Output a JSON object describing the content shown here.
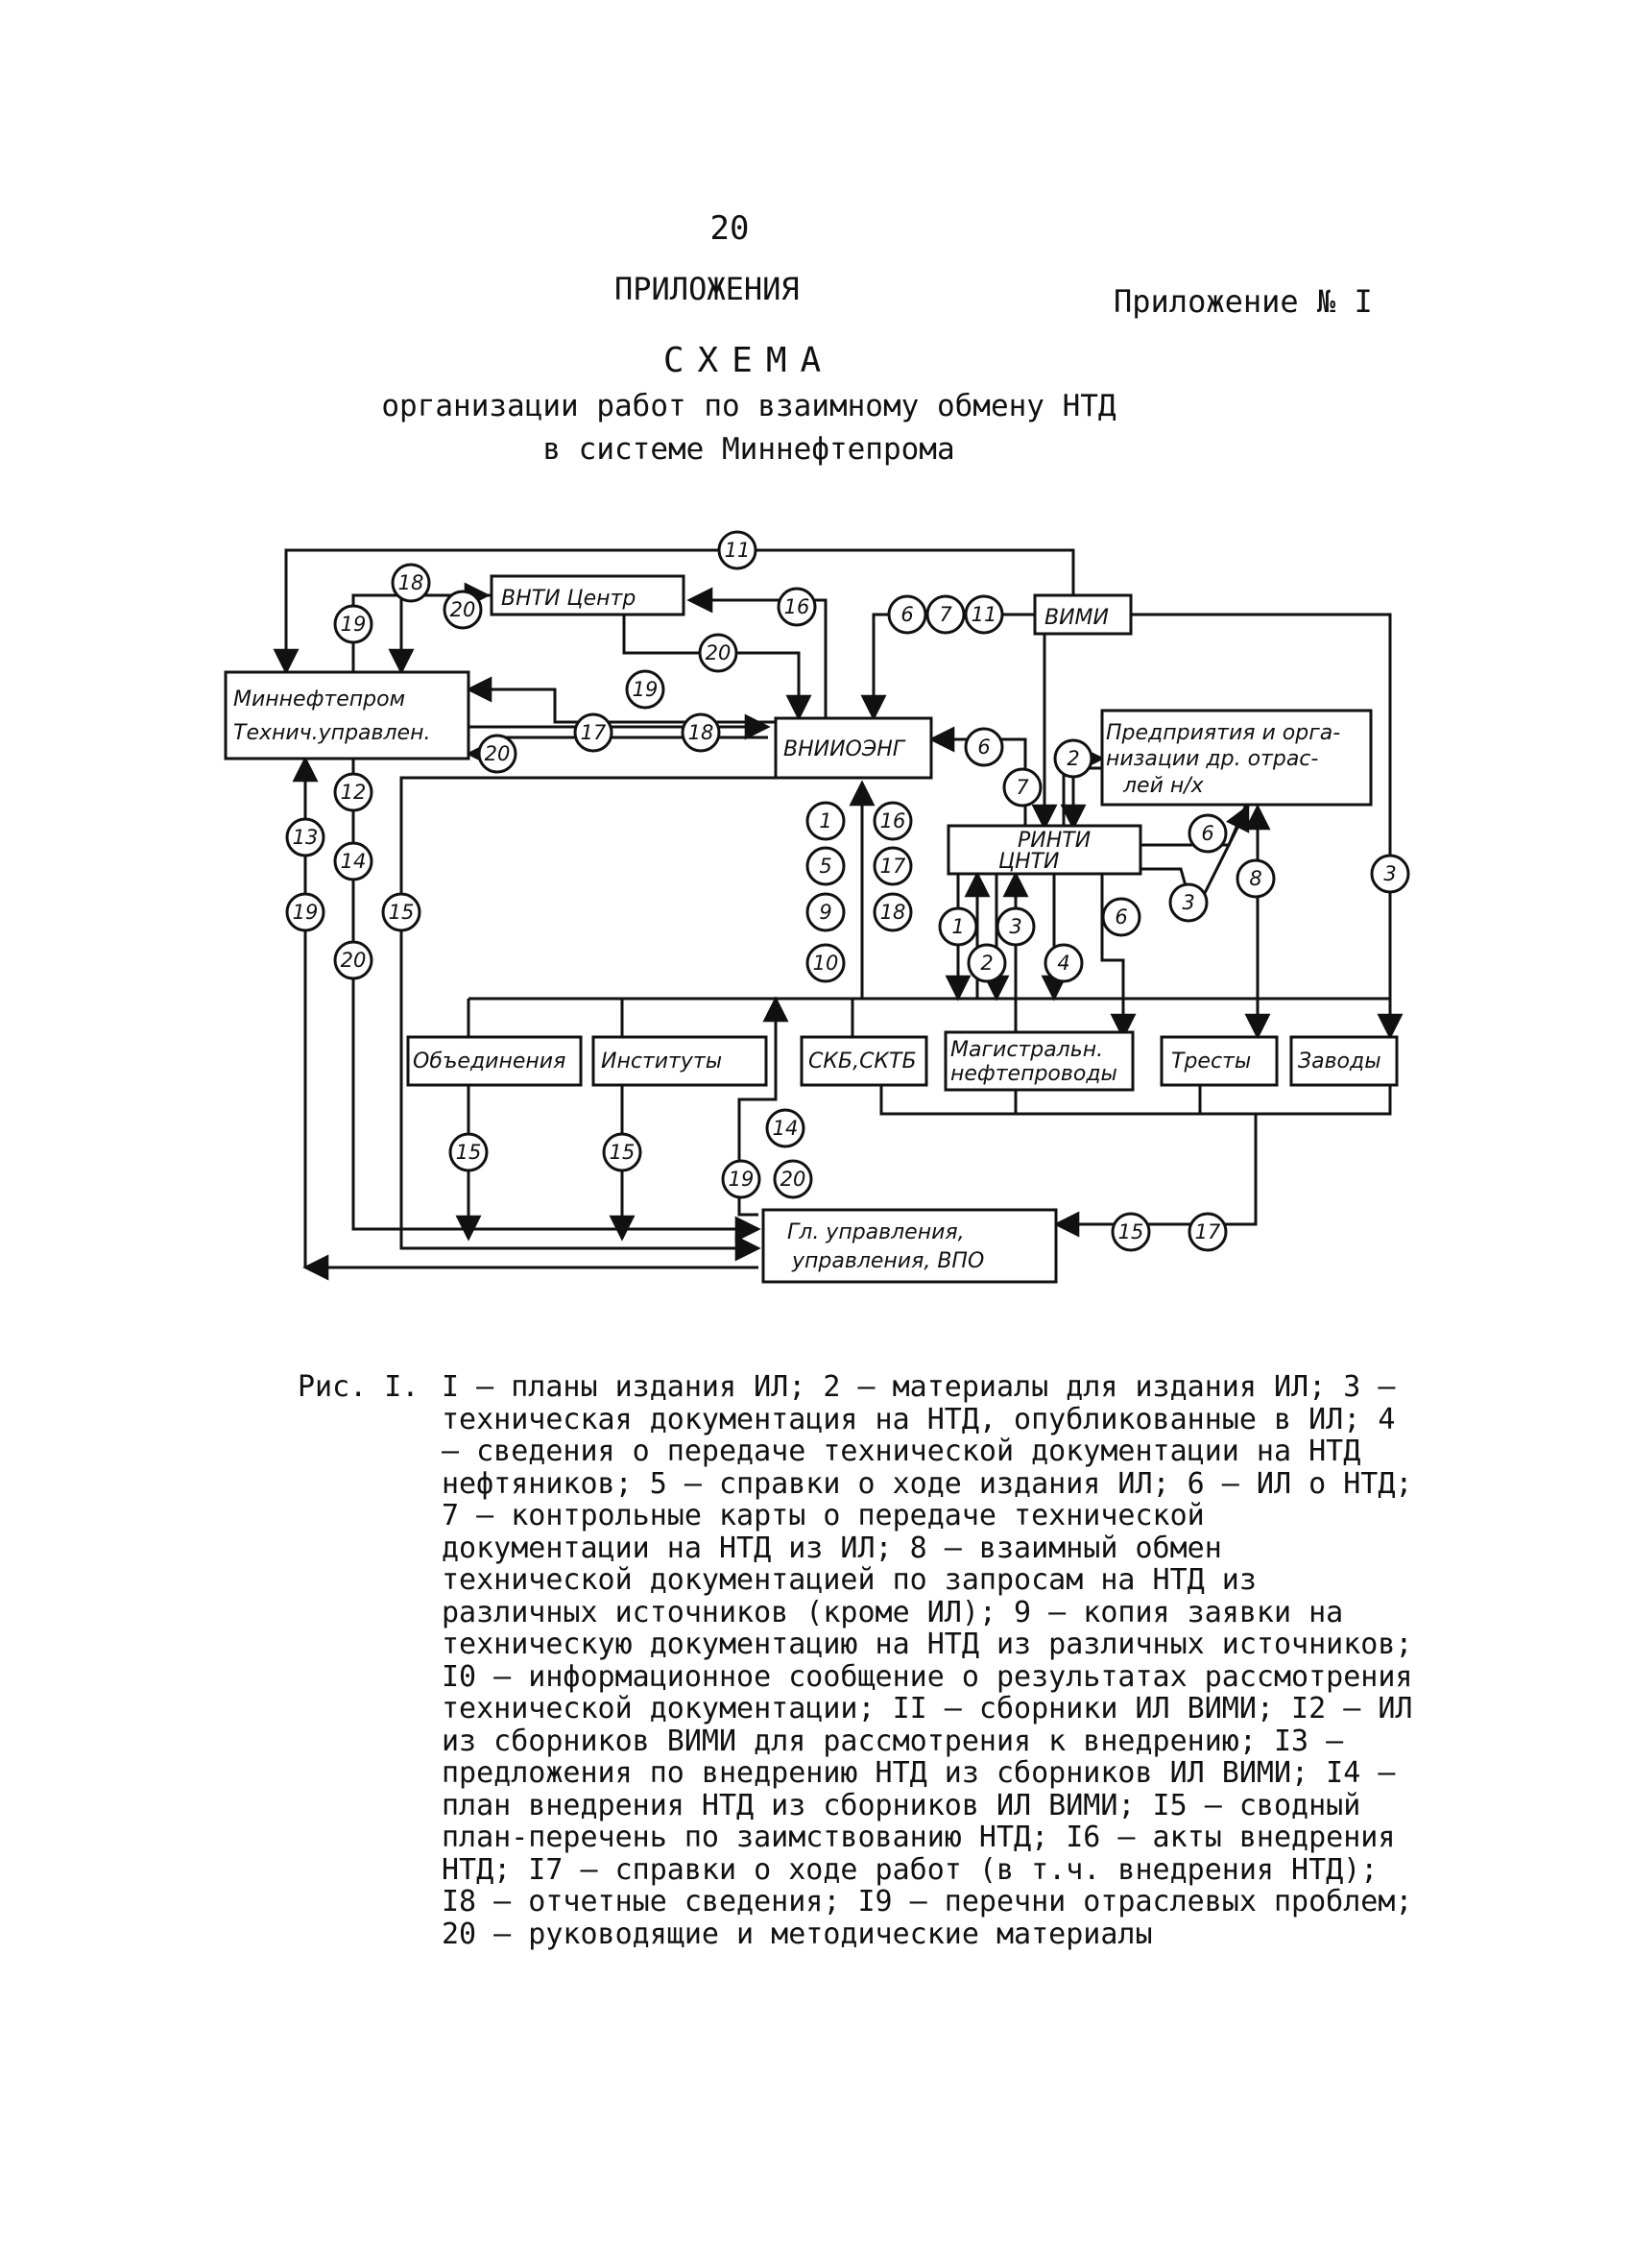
{
  "header": {
    "page_number": "20",
    "section_title": "ПРИЛОЖЕНИЯ",
    "appendix_label": "Приложение № I",
    "scheme_title": "СХЕМА",
    "scheme_subtitle_1": "организации работ по взаимному обмену НТД",
    "scheme_subtitle_2": "в системе Миннефтепрома"
  },
  "nodes": {
    "vnti": "ВНТИ Центр",
    "vimi": "ВИМИ",
    "minneft_1": "Миннефтепром",
    "minneft_2": "Технич.управлен.",
    "vniioeng": "ВНИИОЭНГ",
    "predpr_1": "Предприятия и орга-",
    "predpr_2": "низации др. отрас-",
    "predpr_3": "лей н/х",
    "rinti_1": "РИНТИ",
    "rinti_2": "ЦНТИ",
    "obed": "Объединения",
    "inst": "Институты",
    "skb": "СКБ,СКТБ",
    "magistr_1": "Магистральн.",
    "magistr_2": "нефтепроводы",
    "tresty": "Тресты",
    "zavody": "Заводы",
    "glupr_1": "Гл. управления,",
    "glupr_2": "управления, ВПО"
  },
  "flow_numbers": [
    "1",
    "2",
    "3",
    "4",
    "5",
    "6",
    "7",
    "8",
    "9",
    "10",
    "11",
    "12",
    "13",
    "14",
    "15",
    "16",
    "17",
    "18",
    "19",
    "20"
  ],
  "caption": {
    "prefix": "Рис. I.",
    "text": "I – планы издания ИЛ; 2 – материалы для издания ИЛ; 3 – техническая документация на НТД, опубликованные в ИЛ; 4 – сведения о передаче технической документации на НТД нефтяников; 5 – справки о ходе издания ИЛ; 6 – ИЛ о НТД; 7 – контрольные карты о передаче технической документации на НТД из ИЛ; 8 – взаимный обмен технической документацией по запросам на НТД из различных источников (кроме ИЛ); 9 – копия заявки на техническую документацию на НТД из различных источников; I0 – информационное сообщение о результатах рассмотрения технической документации; II – сборники ИЛ ВИМИ; I2 – ИЛ из сборников ВИМИ для рассмотрения к внедрению; I3 – предложения по внедрению НТД из сборников ИЛ ВИМИ; I4 – план внедрения НТД из сборников ИЛ ВИМИ; I5 – сводный план-перечень по заимствованию НТД; I6 – акты внедрения НТД; I7 – справки о ходе работ (в т.ч. внедрения НТД); I8 – отчетные сведения; I9 – перечни отраслевых проблем; 20 – руководящие и методические материалы"
  }
}
